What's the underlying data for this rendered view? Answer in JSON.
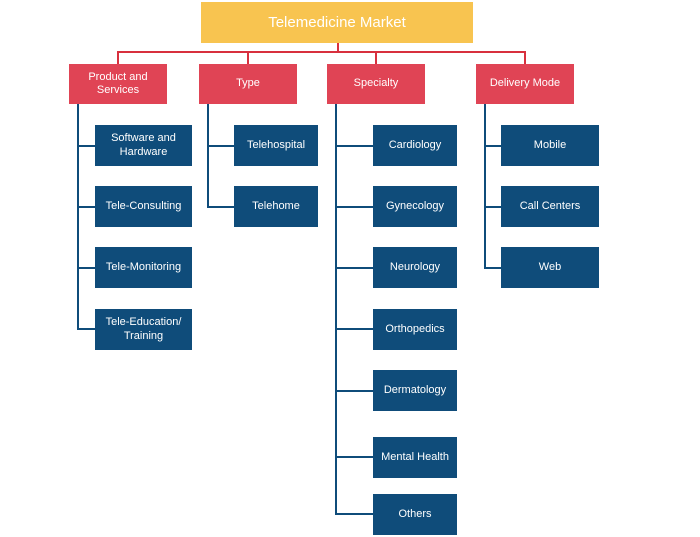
{
  "root": {
    "label": "Telemedicine Market"
  },
  "categories": [
    {
      "label": "Product and\nServices",
      "items": [
        "Software and\nHardware",
        "Tele-Consulting",
        "Tele-Monitoring",
        "Tele-Education/\nTraining"
      ]
    },
    {
      "label": "Type",
      "items": [
        "Telehospital",
        "Telehome"
      ]
    },
    {
      "label": "Specialty",
      "items": [
        "Cardiology",
        "Gynecology",
        "Neurology",
        "Orthopedics",
        "Dermatology",
        "Mental Health",
        "Others"
      ]
    },
    {
      "label": "Delivery Mode",
      "items": [
        "Mobile",
        "Call Centers",
        "Web"
      ]
    }
  ],
  "colors": {
    "root": "#f8c450",
    "category": "#e04455",
    "connector_red": "#d8303e",
    "leaf": "#0f4c7a"
  }
}
